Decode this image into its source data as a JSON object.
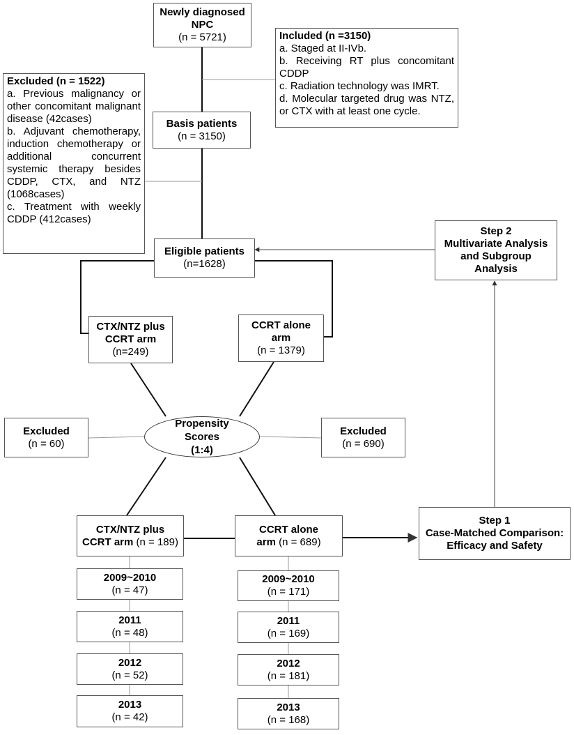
{
  "newly": {
    "title": "Newly diagnosed NPC",
    "n": "(n = 5721)"
  },
  "included": {
    "title": "Included (n =3150)",
    "items": [
      "a. Staged at II-IVb.",
      "b. Receiving RT plus concomitant CDDP",
      "c. Radiation technology was IMRT.",
      "d. Molecular targeted drug was NTZ, or CTX with at least one cycle."
    ]
  },
  "excluded_main": {
    "title": "Excluded (n = 1522)",
    "items": [
      "a. Previous malignancy or other concomitant malignant disease (42cases)",
      "b. Adjuvant chemotherapy, induction chemotherapy or additional concurrent systemic therapy besides CDDP, CTX, and NTZ (1068cases)",
      "c. Treatment with weekly CDDP (412cases)"
    ]
  },
  "basis": {
    "title": "Basis patients",
    "n": "(n = 3150)"
  },
  "eligible": {
    "title": "Eligible patients",
    "n": "(n=1628)"
  },
  "step2": {
    "l1": "Step 2",
    "l2": "Multivariate Analysis",
    "l3": "and Subgroup",
    "l4": "Analysis"
  },
  "ctx_arm": {
    "l1": "CTX/NTZ plus",
    "l2": "CCRT arm",
    "n": "(n=249)"
  },
  "ccrt_arm": {
    "l1": "CCRT alone",
    "l2": "arm",
    "n": "(n = 1379)"
  },
  "propensity": {
    "l1": "Propensity",
    "l2": "Scores",
    "l3": "(1:4)"
  },
  "excl_left": {
    "title": "Excluded",
    "n": "(n = 60)"
  },
  "excl_right": {
    "title": "Excluded",
    "n": "(n = 690)"
  },
  "ctx_matched": {
    "l1": "CTX/NTZ plus",
    "l2": "CCRT arm",
    "n": "(n = 189)"
  },
  "ccrt_matched": {
    "l1": "CCRT alone",
    "l2": "arm",
    "n": "(n = 689)"
  },
  "step1": {
    "l1": "Step 1",
    "l2": "Case-Matched Comparison:",
    "l3": "Efficacy and Safety"
  },
  "ctx_years": [
    {
      "year": "2009~2010",
      "n": "(n = 47)"
    },
    {
      "year": "2011",
      "n": "(n = 48)"
    },
    {
      "year": "2012",
      "n": "(n = 52)"
    },
    {
      "year": "2013",
      "n": "(n = 42)"
    }
  ],
  "ccrt_years": [
    {
      "year": "2009~2010",
      "n": "(n = 171)"
    },
    {
      "year": "2011",
      "n": "(n = 169)"
    },
    {
      "year": "2012",
      "n": "(n = 181)"
    },
    {
      "year": "2013",
      "n": "(n = 168)"
    }
  ]
}
